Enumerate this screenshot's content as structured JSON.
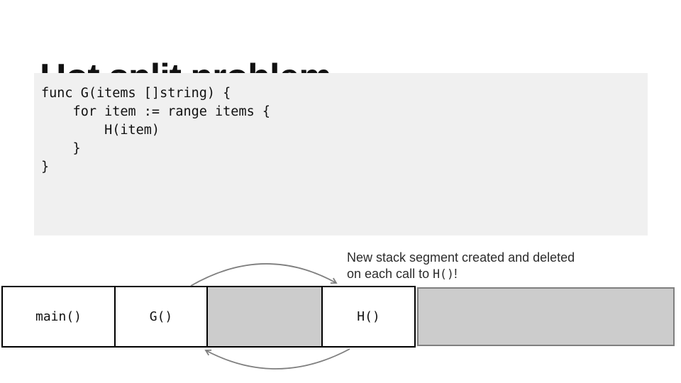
{
  "slide": {
    "title": "Hot split problem"
  },
  "code": {
    "lines": [
      "func G(items []string) {",
      "    for item := range items {",
      "        H(item)",
      "    }",
      "}"
    ]
  },
  "annotation": {
    "line1": "New stack segment created and deleted",
    "line2_prefix": "on each call to ",
    "line2_code": "H()",
    "line2_suffix": "!"
  },
  "diagram": {
    "frames": [
      {
        "label": "main()",
        "kind": "stack-frame"
      },
      {
        "label": "G()",
        "kind": "stack-frame"
      },
      {
        "label": "",
        "kind": "freed-segment"
      },
      {
        "label": "H()",
        "kind": "stack-frame"
      },
      {
        "label": "",
        "kind": "new-stack-segment"
      }
    ],
    "colors": {
      "frame_fill": "#ffffff",
      "segment_fill": "#cccccc",
      "frame_border": "#000000",
      "segment_border": "#7f7f7f",
      "arrow": "#7f7f7f",
      "code_background": "#f0f0f0"
    }
  }
}
